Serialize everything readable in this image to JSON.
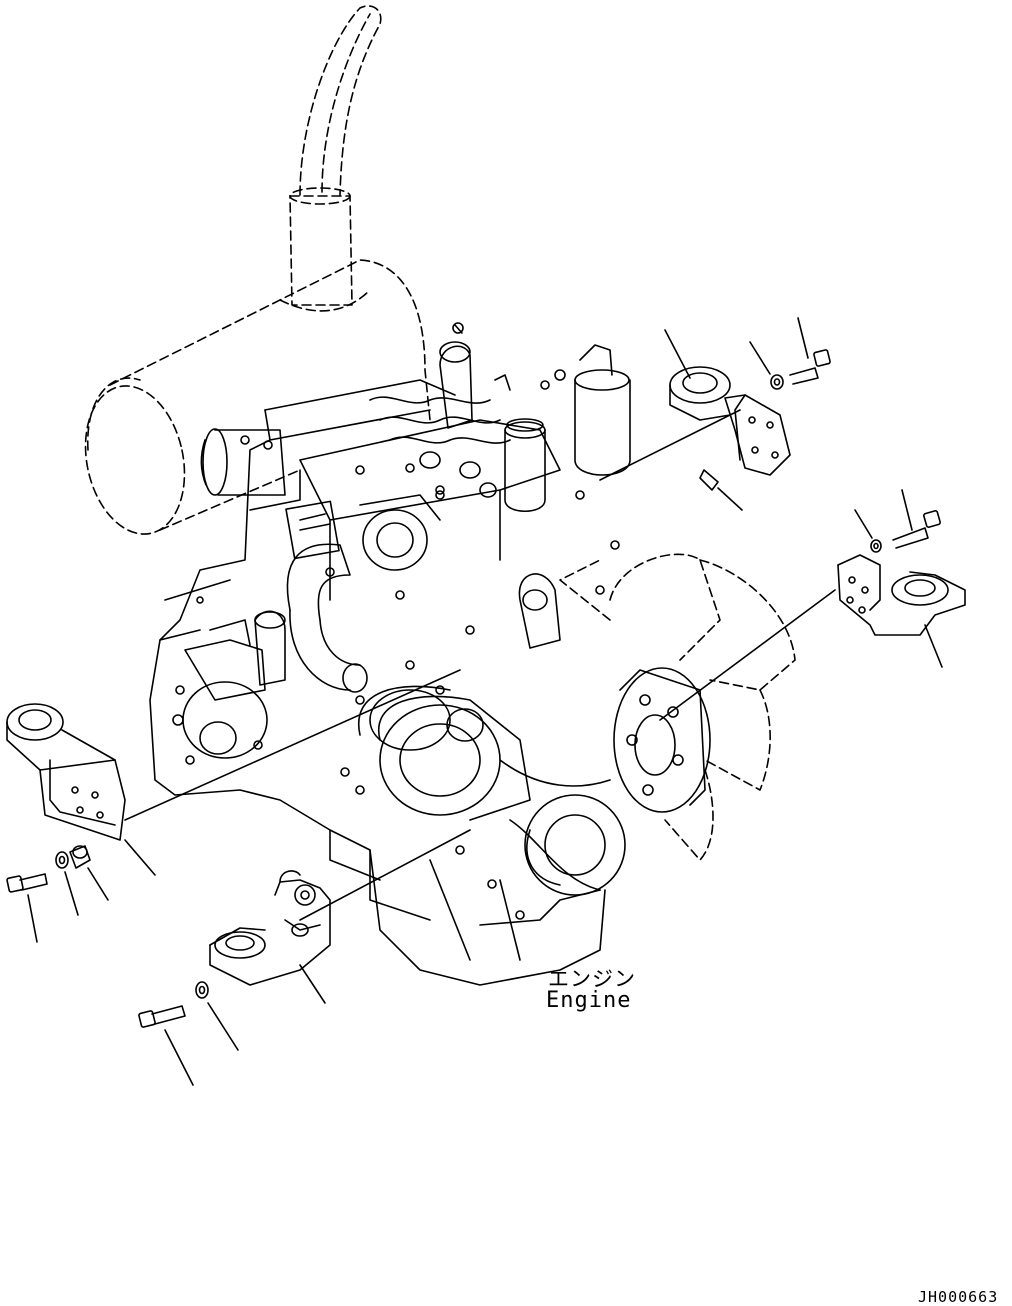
{
  "diagram": {
    "engine_label_jp": "エンジン",
    "engine_label_en": "Engine",
    "drawing_code": "JH000663"
  },
  "colors": {
    "line": "#000000",
    "background": "#ffffff"
  }
}
